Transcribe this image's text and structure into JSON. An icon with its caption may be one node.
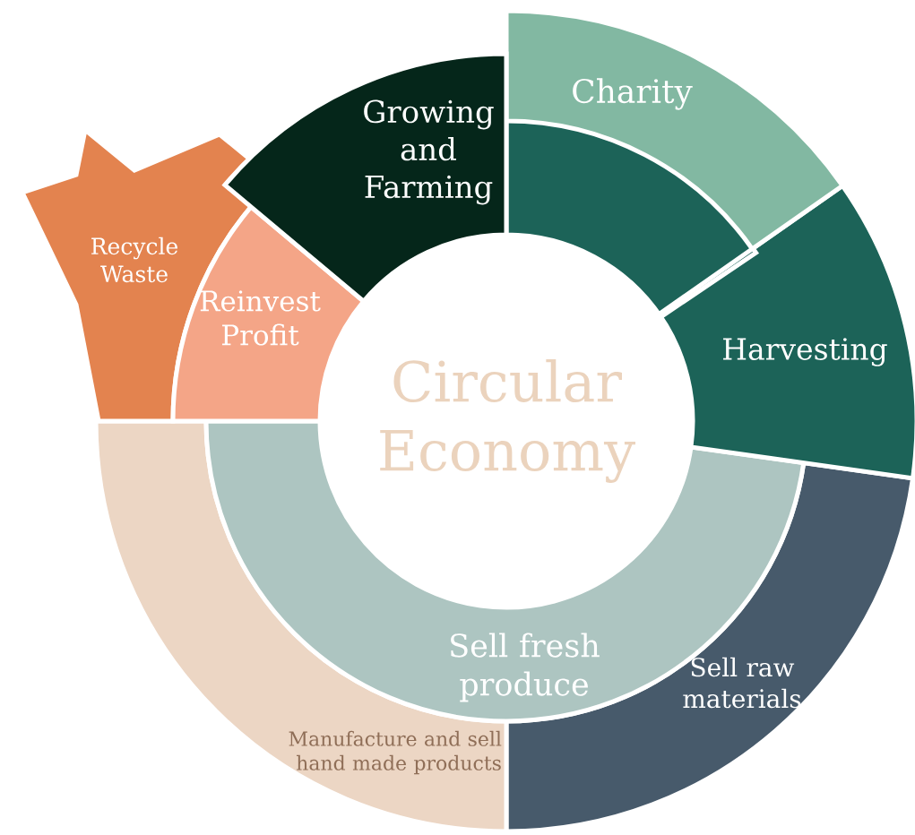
{
  "diagram": {
    "nodes": [
      {
        "text": [
          "Growing and Farming"
        ]
      },
      {
        "text": [
          "Charity"
        ]
      },
      {
        "text": [
          "Recycle Waste"
        ]
      },
      {
        "text": [
          "Reinvest Profit"
        ]
      },
      {
        "text": [
          "Circular Economy"
        ]
      },
      {
        "text": [
          "Harvesting"
        ]
      },
      {
        "text": [
          "Sell fresh produce"
        ]
      },
      {
        "text": [
          "Sell raw materials"
        ]
      },
      {
        "text": [
          "Manufacture and sell hand made products"
        ]
      }
    ]
  }
}
